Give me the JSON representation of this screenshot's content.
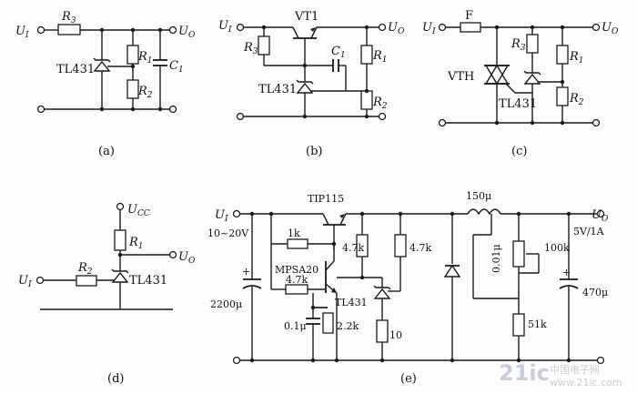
{
  "a": {
    "caption": "(a)",
    "in_label": "U",
    "in_sub": "I",
    "out_label": "U",
    "out_sub": "O",
    "r3": "R",
    "r3_sub": "3",
    "r1": "R",
    "r1_sub": "1",
    "r2": "R",
    "r2_sub": "2",
    "c1": "C",
    "c1_sub": "1",
    "reg": "TL431"
  },
  "b": {
    "caption": "(b)",
    "in_label": "U",
    "in_sub": "I",
    "out_label": "U",
    "out_sub": "O",
    "transistor": "VT1",
    "r3": "R",
    "r3_sub": "3",
    "c1": "C",
    "c1_sub": "1",
    "r1": "R",
    "r1_sub": "1",
    "r2": "R",
    "r2_sub": "2",
    "reg": "TL431"
  },
  "c": {
    "caption": "(c)",
    "in_label": "U",
    "in_sub": "I",
    "out_label": "U",
    "out_sub": "O",
    "fuse": "F",
    "r3": "R",
    "r3_sub": "3",
    "r1": "R",
    "r1_sub": "1",
    "r2": "R",
    "r2_sub": "2",
    "thyristor": "VTH",
    "reg": "TL431"
  },
  "d": {
    "caption": "(d)",
    "ucc": "U",
    "ucc_sub": "CC",
    "r1": "R",
    "r1_sub": "1",
    "out_label": "U",
    "out_sub": "O",
    "in_label": "U",
    "in_sub": "I",
    "r2": "R",
    "r2_sub": "2",
    "reg": "TL431"
  },
  "e": {
    "caption": "(e)",
    "in_label": "U",
    "in_sub": "I",
    "in_range": "10~20V",
    "out_label": "U",
    "out_sub": "O",
    "out_spec": "5V/1A",
    "tip": "TIP115",
    "inductor": "150μ",
    "r_1k": "1k",
    "mpsa": "MPSA20",
    "r47_a": "4.7k",
    "r47_b": "4.7k",
    "r47_c": "4.7k",
    "c_in": "2200μ",
    "c_01": "0.1μ",
    "r22": "2.2k",
    "r10": "10",
    "reg": "TL431",
    "c_001": "0.01μ",
    "pot": "100k",
    "r51": "51k",
    "c_out": "470μ",
    "plus1": "+",
    "plus2": "+"
  },
  "watermark": {
    "brand": "21ic",
    "cn": "中国电子网",
    "url": "www.21ic.com"
  }
}
